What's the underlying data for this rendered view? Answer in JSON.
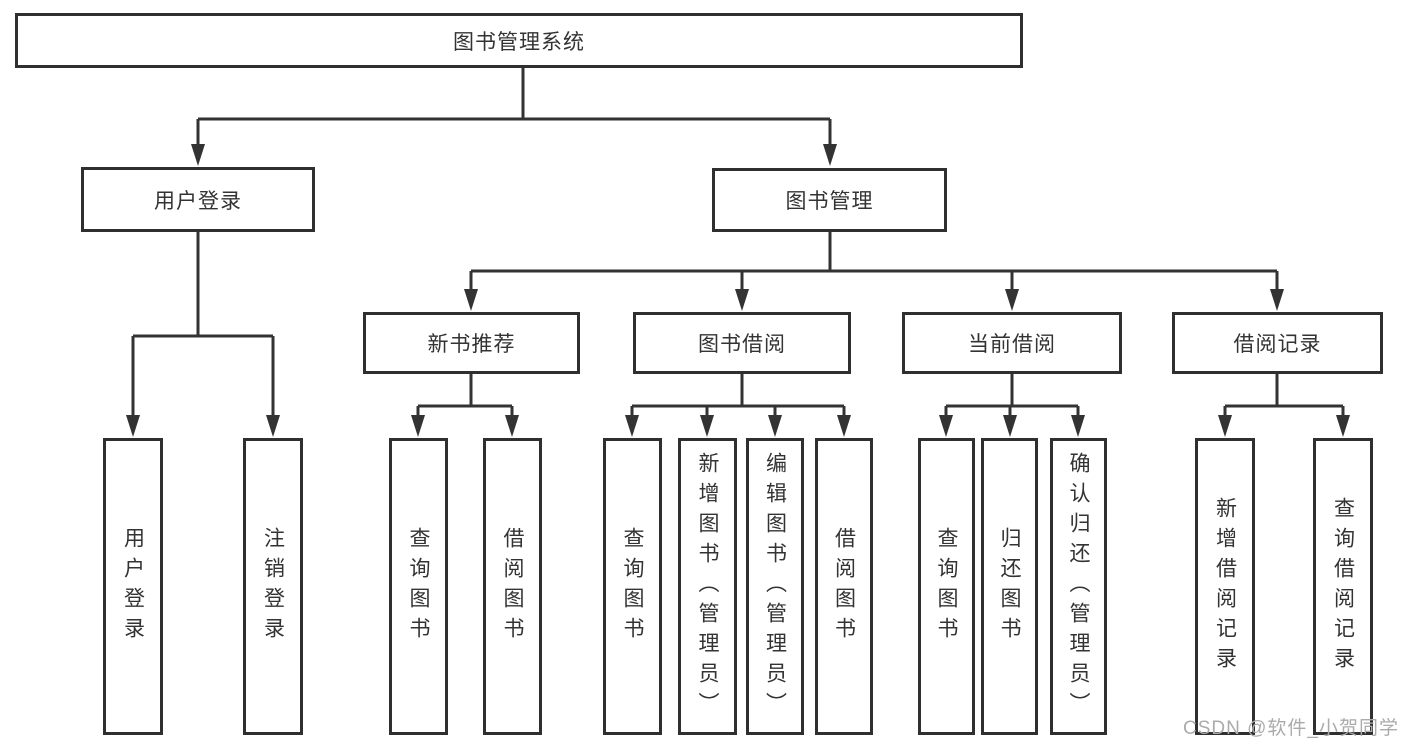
{
  "tree": {
    "label": "图书管理系统",
    "children": [
      {
        "label": "用户登录",
        "children": [
          {
            "label": "用户登录"
          },
          {
            "label": "注销登录"
          }
        ]
      },
      {
        "label": "图书管理",
        "children": [
          {
            "label": "新书推荐",
            "children": [
              {
                "label": "查询图书"
              },
              {
                "label": "借阅图书"
              }
            ]
          },
          {
            "label": "图书借阅",
            "children": [
              {
                "label": "查询图书"
              },
              {
                "label": "新增图书（管理员）"
              },
              {
                "label": "编辑图书（管理员）"
              },
              {
                "label": "借阅图书"
              }
            ]
          },
          {
            "label": "当前借阅",
            "children": [
              {
                "label": "查询图书"
              },
              {
                "label": "归还图书"
              },
              {
                "label": "确认归还（管理员）"
              }
            ]
          },
          {
            "label": "借阅记录",
            "children": [
              {
                "label": "新增借阅记录"
              },
              {
                "label": "查询借阅记录"
              }
            ]
          }
        ]
      }
    ]
  },
  "watermark": {
    "text": "CSDN @软件_小贺同学"
  },
  "colors": {
    "line": "#333333",
    "box_border": "#2f2f2f",
    "text": "#333333",
    "watermark": "#ababab",
    "background": "#ffffff"
  }
}
